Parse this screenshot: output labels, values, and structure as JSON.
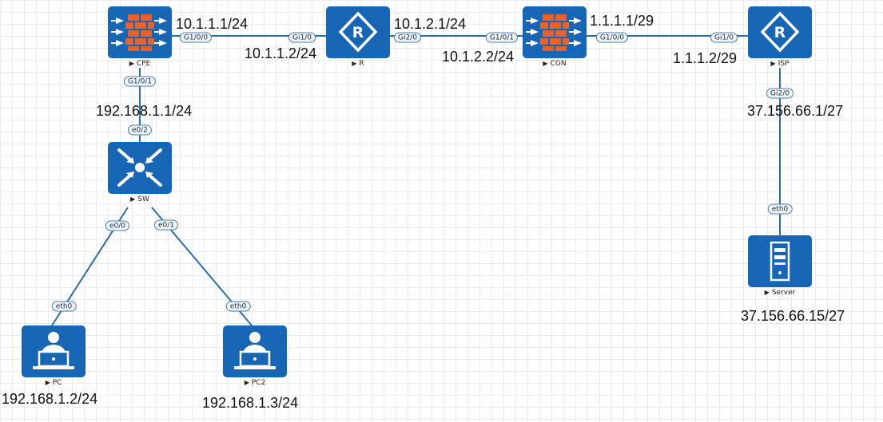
{
  "nodes": {
    "cpe": {
      "label": "CPE",
      "type": "firewall-icon"
    },
    "r": {
      "label": "R",
      "type": "router-icon"
    },
    "cgn": {
      "label": "CGN",
      "type": "firewall-icon"
    },
    "isp": {
      "label": "ISP",
      "type": "router-icon"
    },
    "sw": {
      "label": "SW",
      "type": "switch-icon"
    },
    "server": {
      "label": "Server",
      "type": "server-icon"
    },
    "pc": {
      "label": "PC",
      "type": "pc-user-icon"
    },
    "pc2": {
      "label": "PC2",
      "type": "pc-user-icon"
    }
  },
  "ports": {
    "cpe_g100": "G1/0/0",
    "r_gi10": "Gi1/0",
    "r_gi20": "Gi2/0",
    "cgn_g101": "G1/0/1",
    "cgn_g100": "G1/0/0",
    "isp_gi10": "Gi1/0",
    "cpe_g101": "G1/0/1",
    "sw_e02": "e0/2",
    "isp_gi20": "Gi2/0",
    "server_eth0": "eth0",
    "sw_e00": "e0/0",
    "sw_e01": "e0/1",
    "pc_eth0": "eth0",
    "pc2_eth0": "eth0"
  },
  "addresses": {
    "cpe_wan": "10.1.1.1/24",
    "r_left": "10.1.1.2/24",
    "r_right": "10.1.2.1/24",
    "cgn_left": "10.1.2.2/24",
    "cgn_right": "1.1.1.1/29",
    "isp_left": "1.1.1.2/29",
    "cpe_lan": "192.168.1.1/24",
    "isp_server_side": "37.156.66.1/27",
    "server": "37.156.66.15/27",
    "pc": "192.168.1.2/24",
    "pc2": "192.168.1.3/24"
  },
  "colors": {
    "device_bg": "#1666b5",
    "link": "#2d6da8",
    "firewall_brick": "#e8622a",
    "port_border": "#4c7fae"
  }
}
